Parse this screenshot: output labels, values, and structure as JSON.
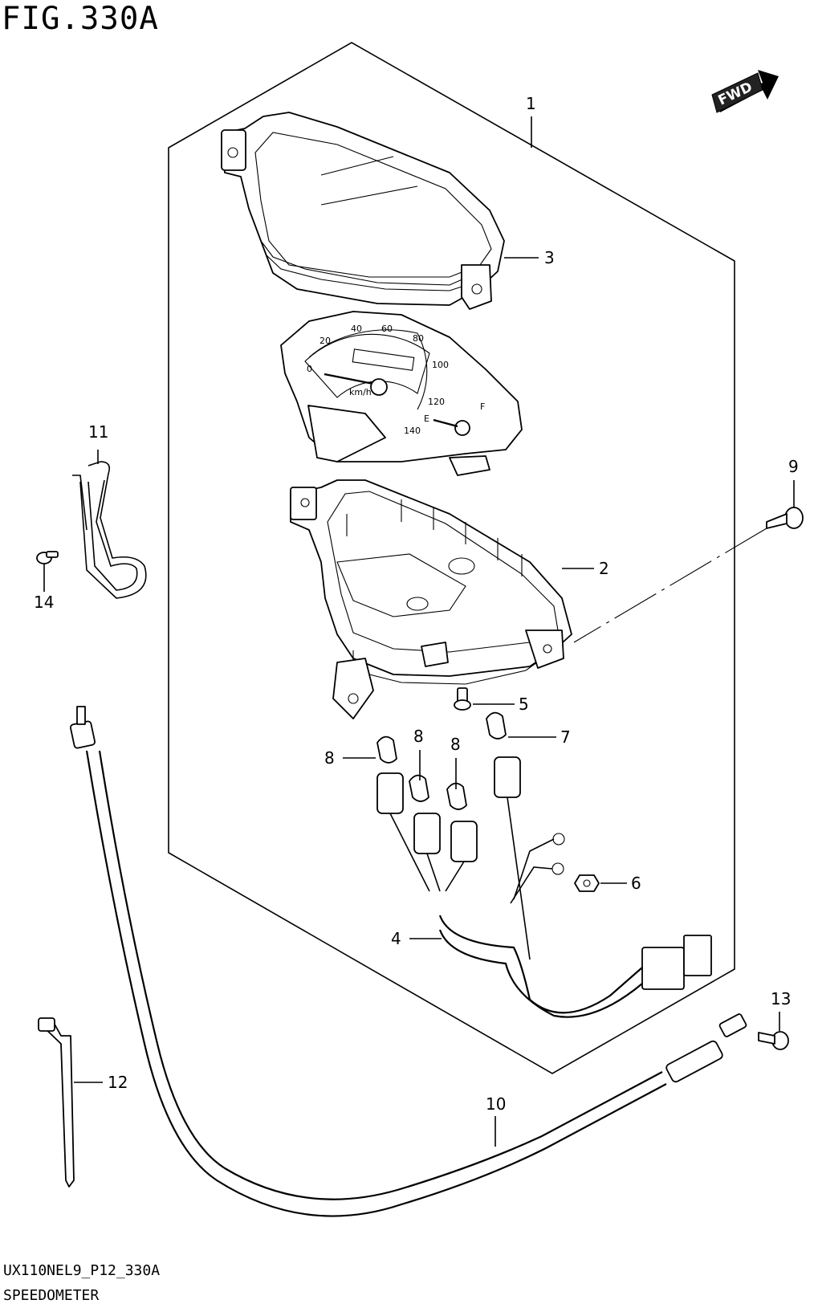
{
  "figure": {
    "title": "FIG.330A",
    "code": "UX110NEL9_P12_330A",
    "name": "SPEEDOMETER",
    "fwd_label": "FWD"
  },
  "callouts": {
    "c1": "1",
    "c2": "2",
    "c3": "3",
    "c4": "4",
    "c5": "5",
    "c6": "6",
    "c7": "7",
    "c8a": "8",
    "c8b": "8",
    "c8c": "8",
    "c9": "9",
    "c10": "10",
    "c11": "11",
    "c12": "12",
    "c13": "13",
    "c14": "14"
  },
  "dial": {
    "s0": "0",
    "s20": "20",
    "s40": "40",
    "s60": "60",
    "s80": "80",
    "s100": "100",
    "s120": "120",
    "s140": "140",
    "unit": "km/h",
    "fuel_full": "F",
    "fuel_empty": "E"
  }
}
